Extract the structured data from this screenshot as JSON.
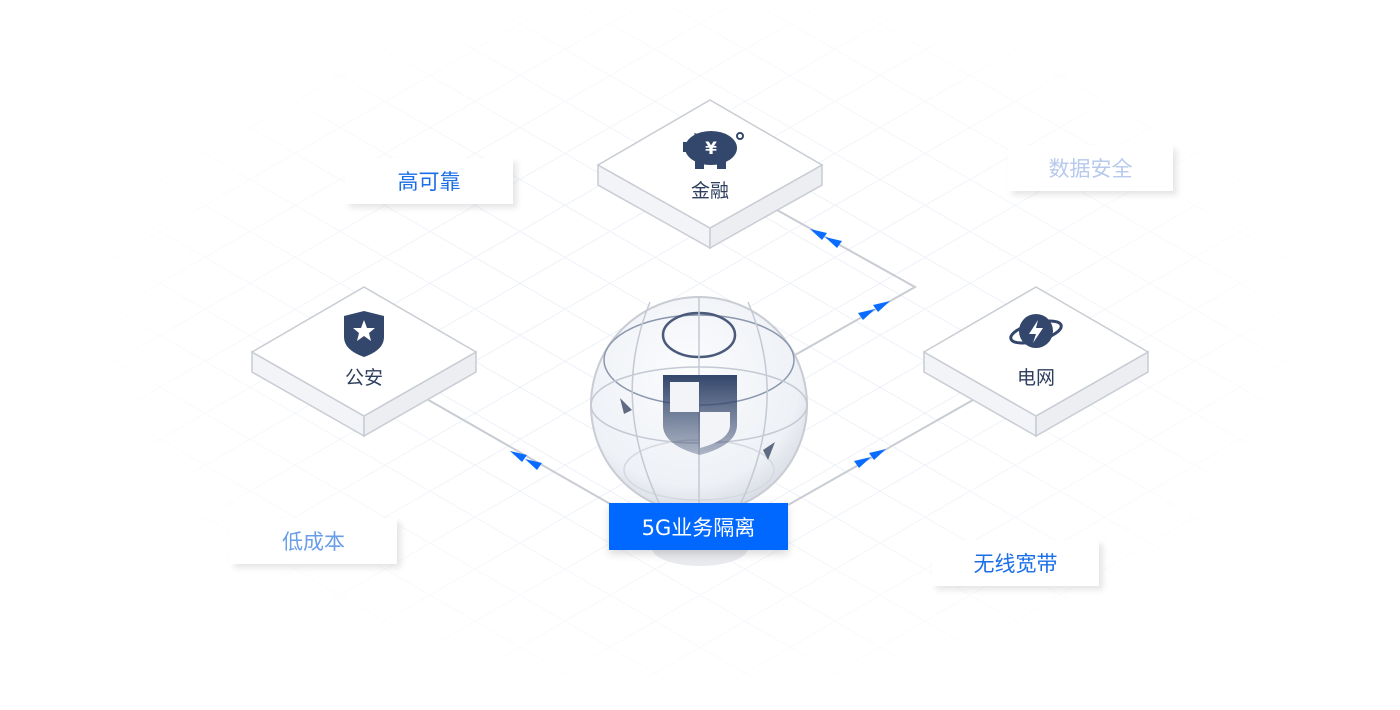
{
  "nodes": {
    "finance": "金融",
    "police": "公安",
    "grid": "电网"
  },
  "features": {
    "reliable": "高可靠",
    "security": "数据安全",
    "low_cost": "低成本",
    "broadband": "无线宽带"
  },
  "center_label": "5G业务隔离",
  "colors": {
    "accent": "#0068ff",
    "icon": "#33466b",
    "tag_blue": "#1a6fe8",
    "tag_light": "#b7c9ee",
    "tag_mid": "#6a9ee9"
  }
}
